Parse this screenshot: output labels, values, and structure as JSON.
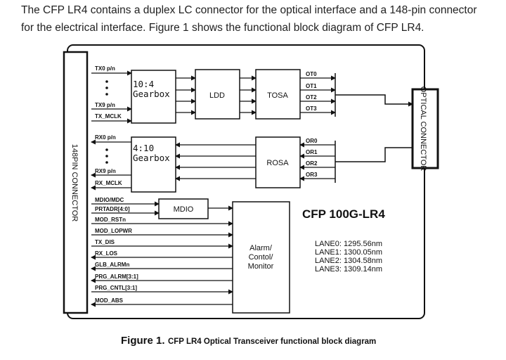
{
  "intro": {
    "line1": "The CFP LR4 contains a duplex LC connector for the optical interface and a 148-pin connector",
    "line2": "for the electrical interface. Figure 1 shows the functional block diagram of CFP LR4."
  },
  "diagram": {
    "pin_connector": "148PIN CONNECTOR",
    "optical_connector": "OPTICAL CONNECTOR",
    "module_name": "CFP 100G-LR4",
    "tx_signals": [
      "TX0 p/n",
      "TX9 p/n",
      "TX_MCLK"
    ],
    "rx_signals": [
      "RX0 p/n",
      "RX9 p/n",
      "RX_MCLK"
    ],
    "gearbox_tx": [
      "10:4",
      "Gearbox"
    ],
    "gearbox_rx": [
      "4:10",
      "Gearbox"
    ],
    "ldd": "LDD",
    "tosa": "TOSA",
    "rosa": "ROSA",
    "mdio": "MDIO",
    "alarm": [
      "Alarm/",
      "Contol/",
      "Monitor"
    ],
    "ot_outputs": [
      "OT0",
      "OT1",
      "OT2",
      "OT3"
    ],
    "or_inputs": [
      "OR0",
      "OR1",
      "OR2",
      "OR3"
    ],
    "control_signals": [
      "MDIO/MDC",
      "PRTADR[4:0]",
      "MOD_RSTn",
      "MOD_LOPWR",
      "TX_DIS",
      "RX_LOS",
      "GLB_ALRMn",
      "PRG_ALRM[3:1]",
      "PRG_CNTL[3:1]",
      "MOD_ABS"
    ],
    "lanes": [
      "LANE0: 1295.56nm",
      "LANE1: 1300.05nm",
      "LANE2: 1304.58nm",
      "LANE3: 1309.14nm"
    ]
  },
  "caption": {
    "figure": "Figure 1.",
    "text": "CFP LR4 Optical Transceiver functional block diagram"
  }
}
